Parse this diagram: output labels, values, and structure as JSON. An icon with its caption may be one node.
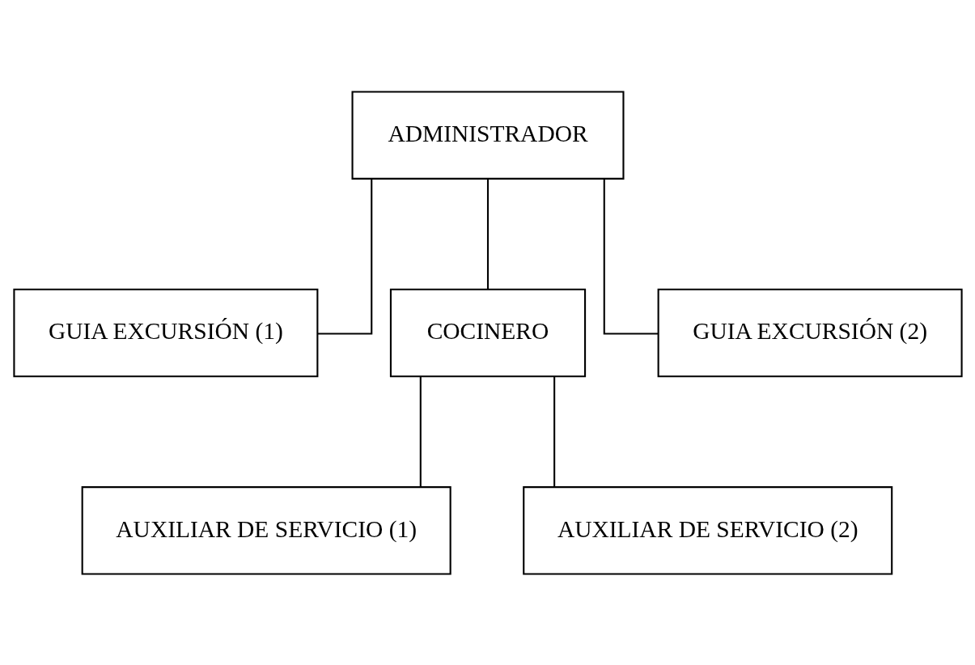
{
  "diagram": {
    "nodes": [
      {
        "text": [
          "ADMINISTRADOR"
        ]
      },
      {
        "text": [
          "GUIA EXCURSIÓN (1)"
        ]
      },
      {
        "text": [
          "COCINERO"
        ]
      },
      {
        "text": [
          "GUIA EXCURSIÓN (2)"
        ]
      },
      {
        "text": [
          "AUXILIAR DE SERVICIO (1)"
        ]
      },
      {
        "text": [
          "AUXILIAR DE SERVICIO (2)"
        ]
      }
    ],
    "edges": [
      {
        "from": 0,
        "to": 1,
        "arrow": "none"
      },
      {
        "from": 0,
        "to": 2,
        "arrow": "none"
      },
      {
        "from": 0,
        "to": 3,
        "arrow": "none"
      },
      {
        "from": 2,
        "to": 4,
        "arrow": "none"
      },
      {
        "from": 2,
        "to": 5,
        "arrow": "none"
      }
    ]
  }
}
